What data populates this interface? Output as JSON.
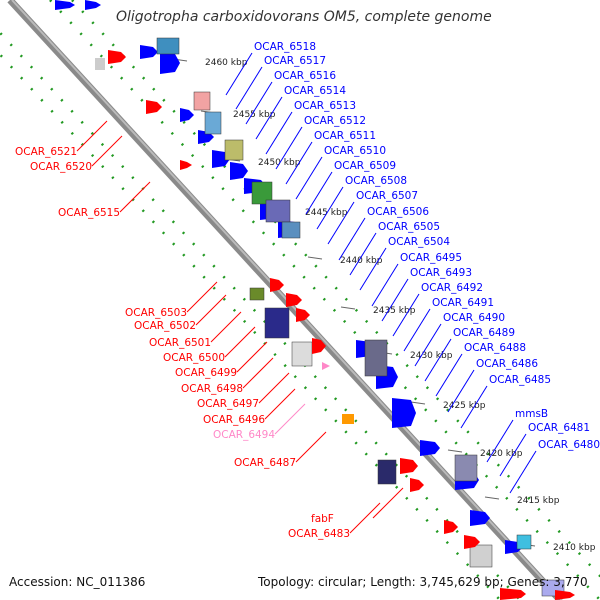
{
  "title": "Oligotropha carboxidovorans OM5, complete genome",
  "accession": "Accession: NC_011386",
  "summary": "Topology: circular; Length: 3,745,629 bp; Genes: 3,770",
  "colors": {
    "forward": "#ff0000",
    "reverse": "#0000ff",
    "pseudo": "#ff88c8",
    "axis": "#8a8a8a",
    "dots": "#229922"
  },
  "kbp_labels": [
    "2460 kbp",
    "2455 kbp",
    "2450 kbp",
    "2445 kbp",
    "2440 kbp",
    "2435 kbp",
    "2430 kbp",
    "2425 kbp",
    "2420 kbp",
    "2415 kbp",
    "2410 kbp"
  ],
  "right_genes": [
    "OCAR_6518",
    "OCAR_6517",
    "OCAR_6516",
    "OCAR_6514",
    "OCAR_6513",
    "OCAR_6512",
    "OCAR_6511",
    "OCAR_6510",
    "OCAR_6509",
    "OCAR_6508",
    "OCAR_6507",
    "OCAR_6506",
    "OCAR_6505",
    "OCAR_6504",
    "OCAR_6495",
    "OCAR_6493",
    "OCAR_6492",
    "OCAR_6491",
    "OCAR_6490",
    "OCAR_6489",
    "OCAR_6488",
    "OCAR_6486",
    "OCAR_6485",
    "mmsB",
    "OCAR_6481",
    "OCAR_6480"
  ],
  "left_genes": [
    "OCAR_6521",
    "OCAR_6520",
    "OCAR_6515",
    "OCAR_6503",
    "OCAR_6502",
    "OCAR_6501",
    "OCAR_6500",
    "OCAR_6499",
    "OCAR_6498",
    "OCAR_6497",
    "OCAR_6496",
    "OCAR_6494",
    "OCAR_6487",
    "fabF",
    "OCAR_6483"
  ]
}
